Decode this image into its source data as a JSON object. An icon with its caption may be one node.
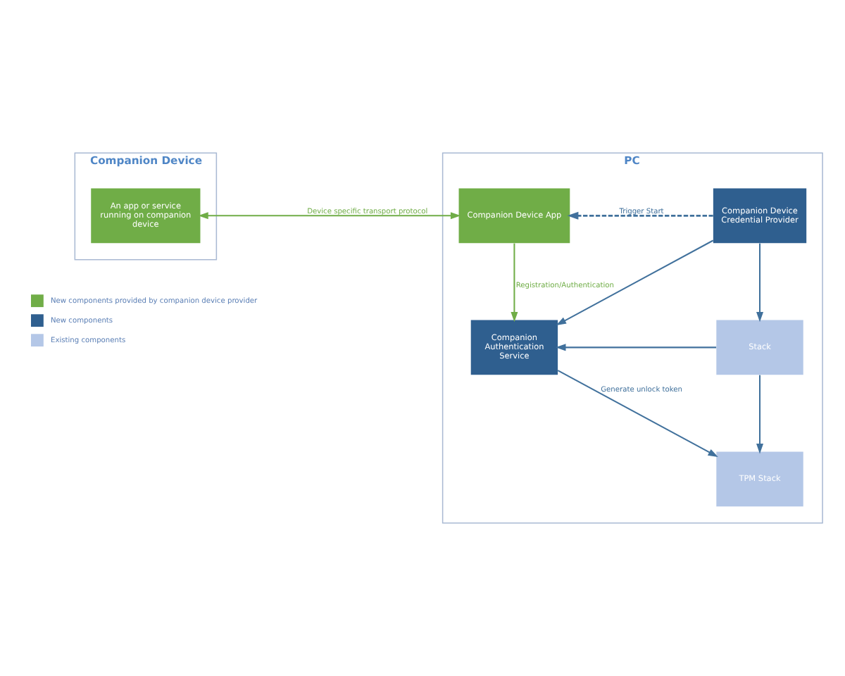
{
  "diagram": {
    "nodes": [
      {
        "text": [
          "Companion Device"
        ]
      },
      {
        "text": [
          "An app or service running on companion device"
        ],
        "in": 0
      },
      {
        "text": [
          "PC"
        ]
      },
      {
        "text": [
          "Companion Device App"
        ],
        "in": 2
      },
      {
        "text": [
          "Companion Device Credential Provider"
        ],
        "in": 2
      },
      {
        "text": [
          "Companion Authentication Service"
        ],
        "in": 2
      },
      {
        "text": [
          "Stack"
        ],
        "in": 2
      },
      {
        "text": [
          "TPM Stack"
        ],
        "in": 2
      }
    ],
    "edges": [
      {
        "from": 3,
        "to": 1,
        "arrow": "both",
        "label": "Device specific transport protocol",
        "color": "#70ad47"
      },
      {
        "from": 4,
        "to": 3,
        "arrow": "to",
        "label": "Trigger Start",
        "style": "dashed"
      },
      {
        "from": 3,
        "to": 5,
        "arrow": "to",
        "label": "Registration/Authentication",
        "color": "#70ad47"
      },
      {
        "from": 4,
        "to": 5,
        "arrow": "to"
      },
      {
        "from": 4,
        "to": 6,
        "arrow": "to"
      },
      {
        "from": 6,
        "to": 5,
        "arrow": "to"
      },
      {
        "from": 5,
        "to": 7,
        "arrow": "to",
        "label": "Generate unlock token"
      },
      {
        "from": 6,
        "to": 7,
        "arrow": "to"
      }
    ],
    "legend": [
      {
        "text": "New components provided by companion device provider",
        "color": "#70ad47"
      },
      {
        "text": "New components",
        "color": "#2f5f8f"
      },
      {
        "text": "Existing components",
        "color": "#b4c7e7"
      }
    ]
  }
}
